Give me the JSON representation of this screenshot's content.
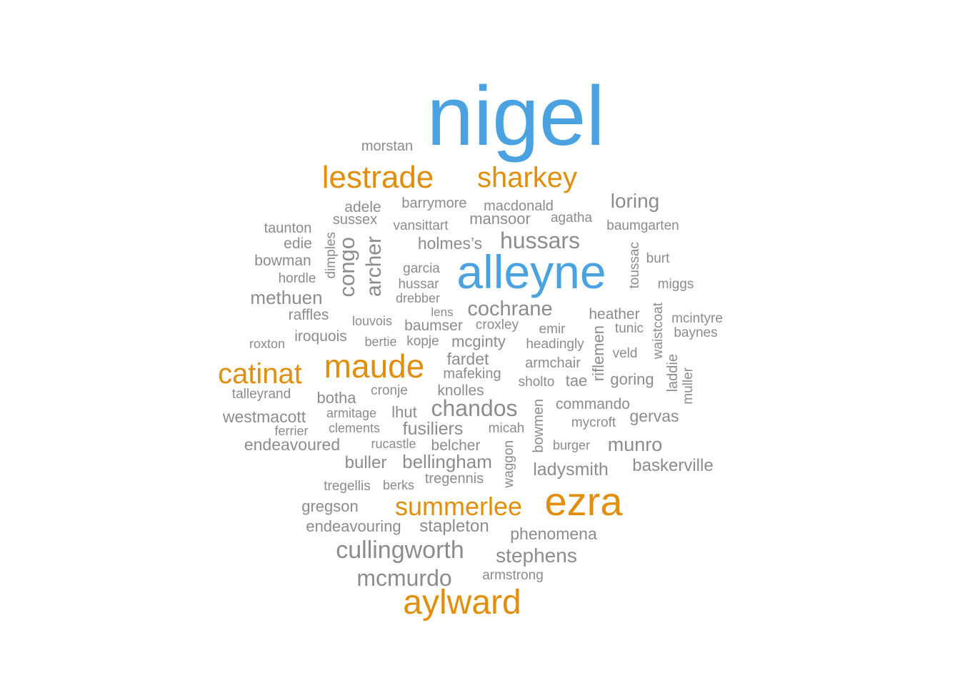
{
  "colors": {
    "blue": "#4aa3e0",
    "orange": "#e08e0b",
    "gray": "#8c8c8c"
  },
  "words": [
    {
      "text": "nigel",
      "color": "blue"
    },
    {
      "text": "alleyne",
      "color": "blue"
    },
    {
      "text": "lestrade",
      "color": "orange"
    },
    {
      "text": "sharkey",
      "color": "orange"
    },
    {
      "text": "maude",
      "color": "orange"
    },
    {
      "text": "catinat",
      "color": "orange"
    },
    {
      "text": "ezra",
      "color": "orange"
    },
    {
      "text": "summerlee",
      "color": "orange"
    },
    {
      "text": "aylward",
      "color": "orange"
    },
    {
      "text": "morstan",
      "color": "gray"
    },
    {
      "text": "loring",
      "color": "gray"
    },
    {
      "text": "adele",
      "color": "gray"
    },
    {
      "text": "barrymore",
      "color": "gray"
    },
    {
      "text": "macdonald",
      "color": "gray"
    },
    {
      "text": "sussex",
      "color": "gray"
    },
    {
      "text": "mansoor",
      "color": "gray"
    },
    {
      "text": "agatha",
      "color": "gray"
    },
    {
      "text": "taunton",
      "color": "gray"
    },
    {
      "text": "vansittart",
      "color": "gray"
    },
    {
      "text": "baumgarten",
      "color": "gray"
    },
    {
      "text": "edie",
      "color": "gray"
    },
    {
      "text": "holmes’s",
      "color": "gray"
    },
    {
      "text": "hussars",
      "color": "gray"
    },
    {
      "text": "dimples",
      "color": "gray"
    },
    {
      "text": "congo",
      "color": "gray"
    },
    {
      "text": "archer",
      "color": "gray"
    },
    {
      "text": "toussac",
      "color": "gray"
    },
    {
      "text": "bowman",
      "color": "gray"
    },
    {
      "text": "burt",
      "color": "gray"
    },
    {
      "text": "garcia",
      "color": "gray"
    },
    {
      "text": "hordle",
      "color": "gray"
    },
    {
      "text": "hussar",
      "color": "gray"
    },
    {
      "text": "miggs",
      "color": "gray"
    },
    {
      "text": "methuen",
      "color": "gray"
    },
    {
      "text": "drebber",
      "color": "gray"
    },
    {
      "text": "lens",
      "color": "gray"
    },
    {
      "text": "cochrane",
      "color": "gray"
    },
    {
      "text": "waistcoat",
      "color": "gray"
    },
    {
      "text": "raffles",
      "color": "gray"
    },
    {
      "text": "heather",
      "color": "gray"
    },
    {
      "text": "mcintyre",
      "color": "gray"
    },
    {
      "text": "louvois",
      "color": "gray"
    },
    {
      "text": "baumser",
      "color": "gray"
    },
    {
      "text": "croxley",
      "color": "gray"
    },
    {
      "text": "emir",
      "color": "gray"
    },
    {
      "text": "tunic",
      "color": "gray"
    },
    {
      "text": "baynes",
      "color": "gray"
    },
    {
      "text": "iroquois",
      "color": "gray"
    },
    {
      "text": "riflemen",
      "color": "gray"
    },
    {
      "text": "roxton",
      "color": "gray"
    },
    {
      "text": "bertie",
      "color": "gray"
    },
    {
      "text": "kopje",
      "color": "gray"
    },
    {
      "text": "mcginty",
      "color": "gray"
    },
    {
      "text": "headingly",
      "color": "gray"
    },
    {
      "text": "veld",
      "color": "gray"
    },
    {
      "text": "laddie",
      "color": "gray"
    },
    {
      "text": "fardet",
      "color": "gray"
    },
    {
      "text": "armchair",
      "color": "gray"
    },
    {
      "text": "muller",
      "color": "gray"
    },
    {
      "text": "mafeking",
      "color": "gray"
    },
    {
      "text": "goring",
      "color": "gray"
    },
    {
      "text": "sholto",
      "color": "gray"
    },
    {
      "text": "tae",
      "color": "gray"
    },
    {
      "text": "talleyrand",
      "color": "gray"
    },
    {
      "text": "cronje",
      "color": "gray"
    },
    {
      "text": "knolles",
      "color": "gray"
    },
    {
      "text": "botha",
      "color": "gray"
    },
    {
      "text": "chandos",
      "color": "gray"
    },
    {
      "text": "commando",
      "color": "gray"
    },
    {
      "text": "bowmen",
      "color": "gray"
    },
    {
      "text": "westmacott",
      "color": "gray"
    },
    {
      "text": "armitage",
      "color": "gray"
    },
    {
      "text": "lhut",
      "color": "gray"
    },
    {
      "text": "gervas",
      "color": "gray"
    },
    {
      "text": "mycroft",
      "color": "gray"
    },
    {
      "text": "ferrier",
      "color": "gray"
    },
    {
      "text": "clements",
      "color": "gray"
    },
    {
      "text": "fusiliers",
      "color": "gray"
    },
    {
      "text": "micah",
      "color": "gray"
    },
    {
      "text": "rucastle",
      "color": "gray"
    },
    {
      "text": "belcher",
      "color": "gray"
    },
    {
      "text": "burger",
      "color": "gray"
    },
    {
      "text": "munro",
      "color": "gray"
    },
    {
      "text": "endeavoured",
      "color": "gray"
    },
    {
      "text": "waggon",
      "color": "gray"
    },
    {
      "text": "buller",
      "color": "gray"
    },
    {
      "text": "bellingham",
      "color": "gray"
    },
    {
      "text": "baskerville",
      "color": "gray"
    },
    {
      "text": "ladysmith",
      "color": "gray"
    },
    {
      "text": "tregennis",
      "color": "gray"
    },
    {
      "text": "tregellis",
      "color": "gray"
    },
    {
      "text": "berks",
      "color": "gray"
    },
    {
      "text": "gregson",
      "color": "gray"
    },
    {
      "text": "endeavouring",
      "color": "gray"
    },
    {
      "text": "stapleton",
      "color": "gray"
    },
    {
      "text": "phenomena",
      "color": "gray"
    },
    {
      "text": "cullingworth",
      "color": "gray"
    },
    {
      "text": "stephens",
      "color": "gray"
    },
    {
      "text": "mcmurdo",
      "color": "gray"
    },
    {
      "text": "armstrong",
      "color": "gray"
    }
  ]
}
